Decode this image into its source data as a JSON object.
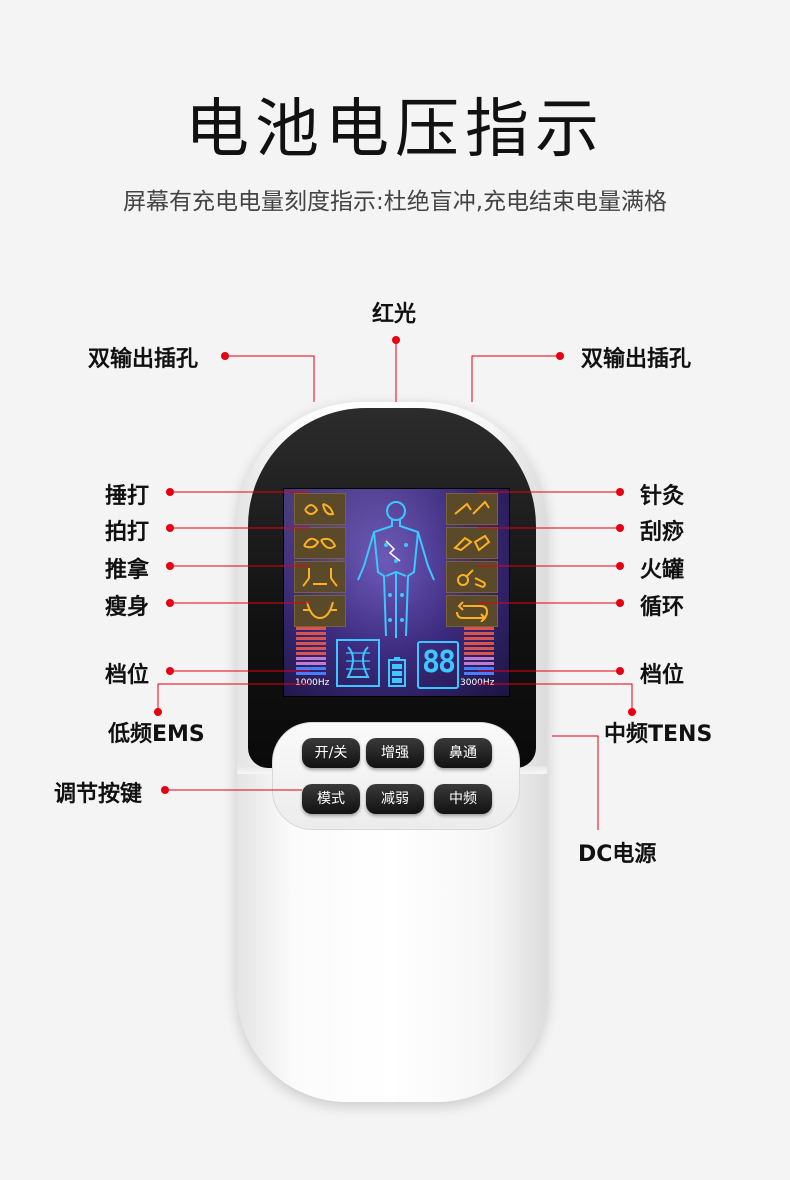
{
  "header": {
    "title": "电池电压指示",
    "subtitle": "屏幕有充电电量刻度指示:杜绝盲冲,充电结束电量满格"
  },
  "labels": {
    "red_light": "红光",
    "dual_output_left": "双输出插孔",
    "dual_output_right": "双输出插孔",
    "hammer": "捶打",
    "pat": "拍打",
    "push": "推拿",
    "slim": "瘦身",
    "acupuncture": "针灸",
    "scraping": "刮痧",
    "cupping": "火罐",
    "circulation": "循环",
    "level_left": "档位",
    "level_right": "档位",
    "low_freq": "低频EMS",
    "mid_freq": "中频TENS",
    "adjust_keys": "调节按键",
    "dc_power": "DC电源"
  },
  "screen": {
    "freq_left": "1000Hz",
    "freq_right": "3000Hz",
    "digits": "88"
  },
  "buttons": {
    "power": "开/关",
    "increase": "增强",
    "nose": "鼻通",
    "mode": "模式",
    "decrease": "减弱",
    "mid_freq": "中频"
  },
  "colors": {
    "accent_red": "#e60012",
    "screen_blue": "#3cc8ff",
    "screen_orange": "#ffb020"
  }
}
